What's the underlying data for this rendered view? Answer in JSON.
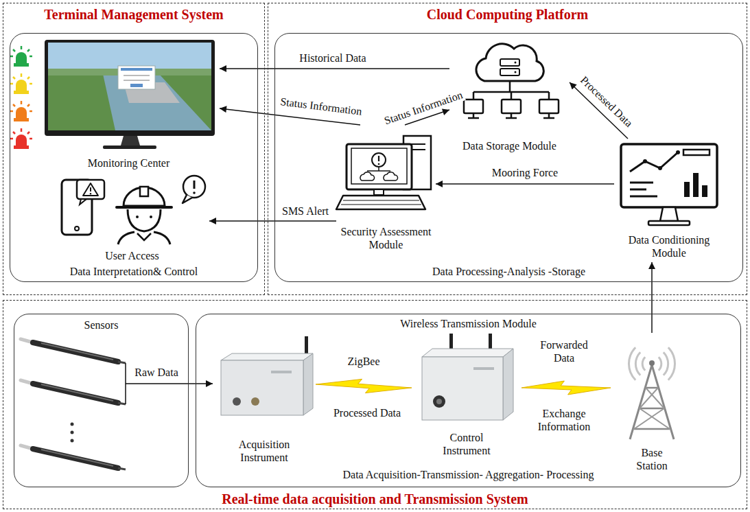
{
  "diagram": {
    "nodes": [
      {
        "text": [
          "Terminal Management System"
        ]
      },
      {
        "text": [
          "Data Interpretation& Control"
        ],
        "in": 0
      },
      {
        "text": [
          "Monitoring Center"
        ],
        "in": 1
      },
      {
        "text": [
          "User Access"
        ],
        "in": 1
      },
      {
        "text": [
          "Cloud Computing Platform"
        ]
      },
      {
        "text": [
          "Data Processing-Analysis -Storage"
        ],
        "in": 4
      },
      {
        "text": [
          "Data Storage Module"
        ],
        "in": 5
      },
      {
        "text": [
          "Security Assessment Module"
        ],
        "in": 5
      },
      {
        "text": [
          "Data Conditioning Module"
        ],
        "in": 5
      },
      {
        "text": [
          "Real-time data acquisition and Transmission System"
        ]
      },
      {
        "text": [
          "Sensors"
        ],
        "in": 9
      },
      {
        "text": [
          "Wireless Transmission Module",
          "Data Acquisition-Transmission- Aggregation- Processing"
        ],
        "in": 9
      },
      {
        "text": [
          "Acquisition Instrument"
        ],
        "in": 11
      },
      {
        "text": [
          "Control Instrument"
        ],
        "in": 11
      },
      {
        "text": [
          "Base Station"
        ],
        "in": 11
      }
    ],
    "edges": [
      {
        "from": 10,
        "to": 12,
        "label": "Raw Data",
        "arrow": "to"
      },
      {
        "from": 12,
        "to": 13,
        "label": "ZigBee",
        "arrow": "none"
      },
      {
        "from": 13,
        "to": 14,
        "label": "Forwarded Data",
        "arrow": "none"
      },
      {
        "from": 14,
        "to": 8,
        "arrow": "to"
      },
      {
        "from": 8,
        "to": 6,
        "label": "Processed Data",
        "arrow": "to"
      },
      {
        "from": 8,
        "to": 7,
        "label": "Mooring Force",
        "arrow": "to"
      },
      {
        "from": 7,
        "to": 6,
        "label": "Status Information",
        "arrow": "to"
      },
      {
        "from": 7,
        "to": 2,
        "label": "Status Information",
        "arrow": "to"
      },
      {
        "from": 6,
        "to": 2,
        "label": "Historical Data",
        "arrow": "to"
      },
      {
        "from": 7,
        "to": 3,
        "label": "SMS Alert",
        "arrow": "to"
      }
    ],
    "labels": [
      "Processed Data",
      "Exchange Information"
    ]
  }
}
